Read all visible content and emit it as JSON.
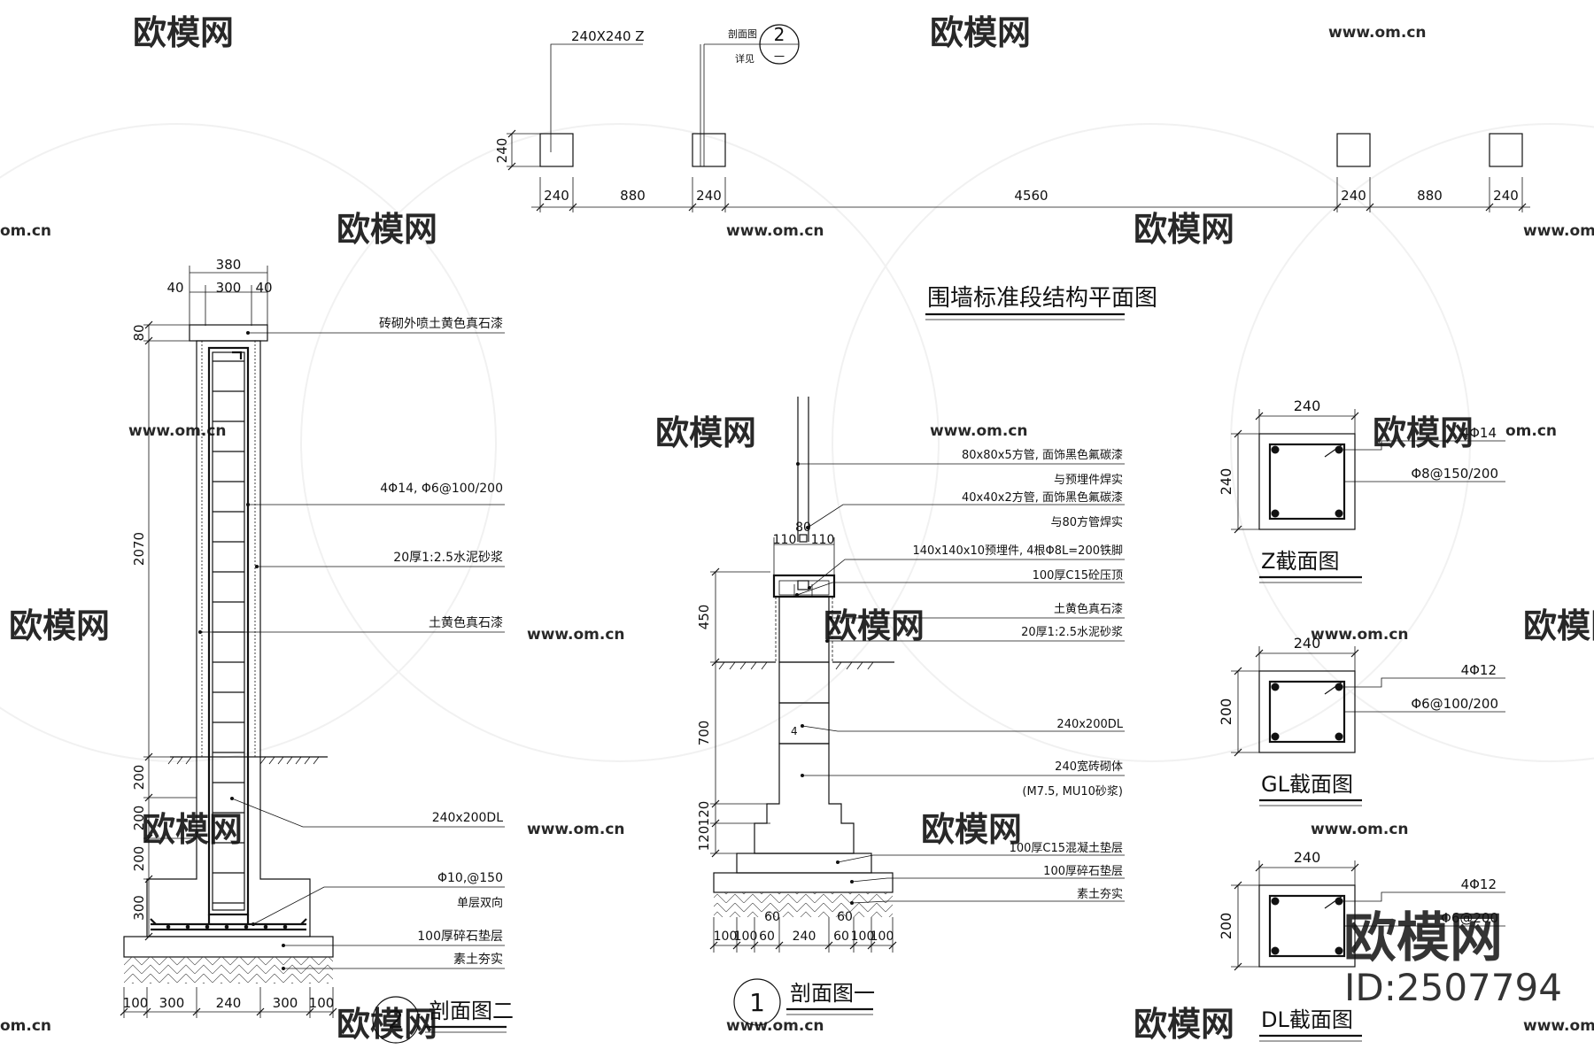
{
  "watermark": {
    "brand": "欧模网",
    "site": "www.om.cn",
    "site_short": "om.cn",
    "id": "ID:2507794"
  },
  "plan": {
    "title": "围墙标准段结构平面图",
    "column_label": "240X240 Z",
    "section_ref_line1": "剖面图",
    "section_ref_line2": "详见",
    "section_ref_num": "2",
    "section_ref_sub": "一",
    "height_dim": "240",
    "dims": [
      "240",
      "880",
      "240",
      "4560",
      "240",
      "880",
      "240"
    ]
  },
  "section2": {
    "title": "剖面图二",
    "number": "2",
    "top_dims": {
      "total": "380",
      "left": "40",
      "mid": "300",
      "right": "40"
    },
    "vertical_dims": [
      "80",
      "2070",
      "200",
      "200",
      "200",
      "300"
    ],
    "bottom_dims": [
      "100",
      "300",
      "240",
      "300",
      "100"
    ],
    "labels": [
      "砖砌外喷土黄色真石漆",
      "4Φ14, Φ6@100/200",
      "20厚1:2.5水泥砂浆",
      "土黄色真石漆",
      "240x200DL",
      "Φ10,@150",
      "单层双向",
      "100厚碎石垫层",
      "素土夯实"
    ]
  },
  "section1": {
    "title": "剖面图一",
    "number": "1",
    "top_dims": {
      "mid": "80",
      "left": "110",
      "right": "110"
    },
    "vertical_dims": [
      "450",
      "700",
      "120",
      "120"
    ],
    "bottom_dims": [
      "100",
      "100",
      "60",
      "240",
      "60",
      "100",
      "100"
    ],
    "bottom_offsets": [
      "60",
      "60"
    ],
    "labels": [
      "80x80x5方管, 面饰黑色氟碳漆",
      "与预埋件焊实",
      "40x40x2方管, 面饰黑色氟碳漆",
      "与80方管焊实",
      "140x140x10预埋件, 4根Φ8L=200铁脚",
      "100厚C15砼压顶",
      "土黄色真石漆",
      "20厚1:2.5水泥砂浆",
      "240x200DL",
      "240宽砖砌体",
      "(M7.5, MU10砂浆)",
      "100厚C15混凝土垫层",
      "100厚碎石垫层",
      "素土夯实"
    ]
  },
  "sections": [
    {
      "title": "Z截面图",
      "width_dim": "240",
      "height_dim": "240",
      "rebar": "4Φ14",
      "stirrup": "Φ8@150/200"
    },
    {
      "title": "GL截面图",
      "width_dim": "240",
      "height_dim": "200",
      "rebar": "4Φ12",
      "stirrup": "Φ6@100/200"
    },
    {
      "title": "DL截面图",
      "width_dim": "240",
      "height_dim": "200",
      "rebar": "4Φ12",
      "stirrup": "Φ6@200"
    }
  ]
}
